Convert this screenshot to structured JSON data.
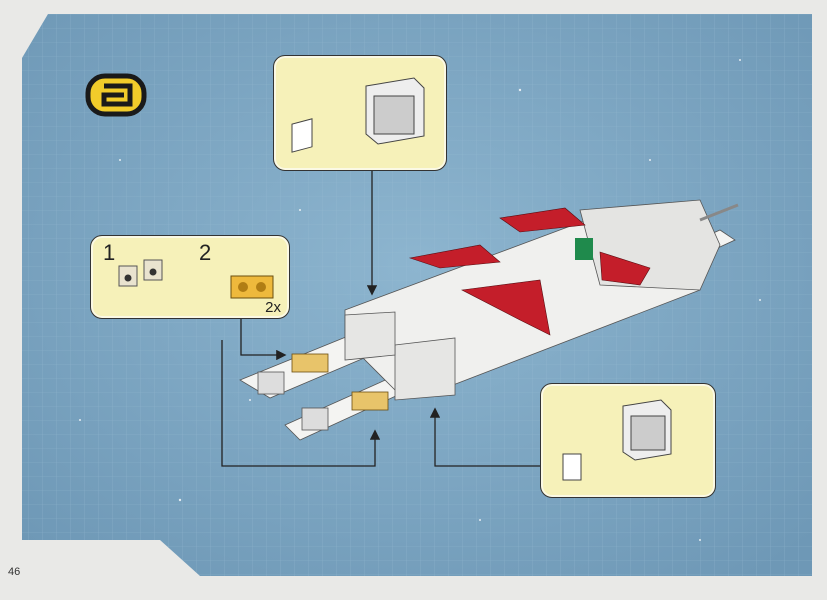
{
  "page": {
    "step_number": "9",
    "page_number": "46",
    "colors": {
      "panel_blue": "#7fa8c4",
      "callout_yellow": "#f6f1b9",
      "step_number_yellow": "#f1cc2a",
      "brick_red": "#c41e2a",
      "brick_tan": "#e8c46a"
    }
  },
  "callouts": {
    "top": {
      "content": "door-attach-assembly"
    },
    "left": {
      "sub_step_1": "1",
      "sub_step_2": "2",
      "multiplier": "2x"
    },
    "bottom_right": {
      "content": "door-attach-assembly"
    }
  },
  "model": {
    "content": "spaceship-chassis-build"
  }
}
